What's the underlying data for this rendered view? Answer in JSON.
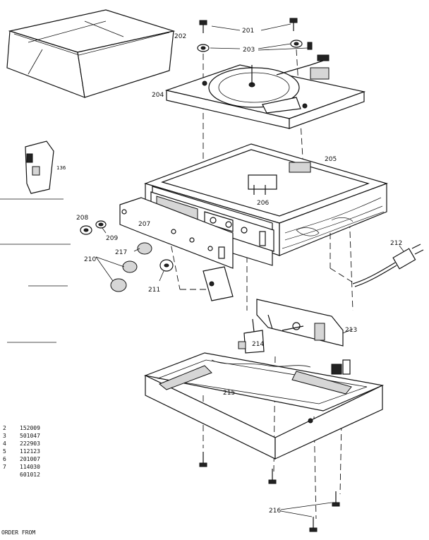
{
  "labels": {
    "cover": "202",
    "screws_top": "201",
    "grommets": "203",
    "turntable": "204",
    "cabinet": "205",
    "switch_bracket": "206",
    "panel": "207",
    "nut_a": "208",
    "nut_b": "209",
    "knobs": "210",
    "knob_211": "211",
    "knob_217": "217",
    "cord": "212",
    "board": "213",
    "jack": "214",
    "base": "215",
    "screws_bottom": "216",
    "side_part": "136"
  },
  "parts_table": {
    "rows": [
      {
        "item": "2",
        "part": "152009"
      },
      {
        "item": "3",
        "part": "501047"
      },
      {
        "item": "4",
        "part": "222903"
      },
      {
        "item": "5",
        "part": "112123"
      },
      {
        "item": "6",
        "part": "201007"
      },
      {
        "item": "7",
        "part": "114030"
      },
      {
        "item": "",
        "part": "601012"
      }
    ],
    "footer": "ORDER FROM"
  }
}
